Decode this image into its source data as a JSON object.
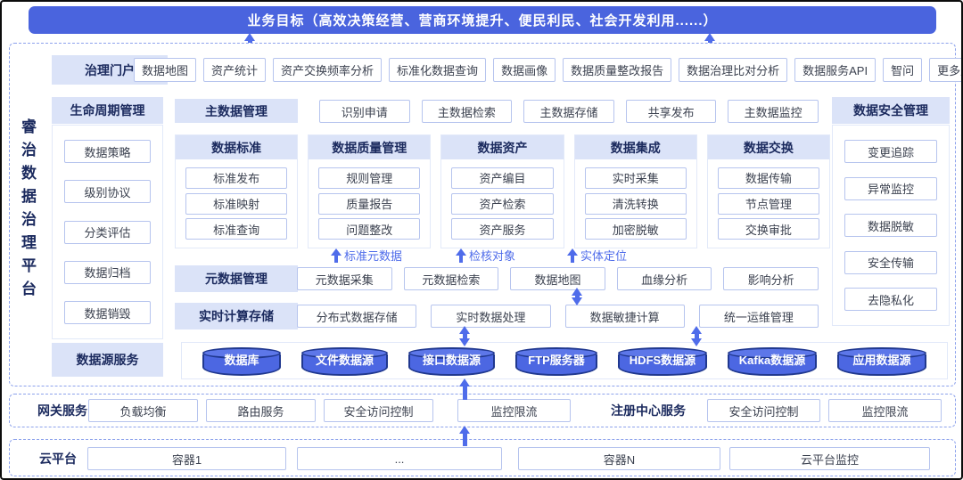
{
  "colors": {
    "accent_blue": "#4a64de",
    "arrow_blue": "#4f6cea",
    "header_bg": "#dbe3f8",
    "chip_border": "#b6c4ee"
  },
  "banner": {
    "text": "业务目标（高效决策经营、营商环境提升、便民利民、社会开发利用......）"
  },
  "platform_title": "睿治数据治理平台",
  "portal": {
    "label": "治理门户",
    "items": [
      "数据地图",
      "资产统计",
      "资产交换频率分析",
      "标准化数据查询",
      "数据画像",
      "数据质量整改报告",
      "数据治理比对分析",
      "数据服务API",
      "智问",
      "更多应用"
    ]
  },
  "lifecycle": {
    "label": "生命周期管理",
    "items": [
      "数据策略",
      "级别协议",
      "分类评估",
      "数据归档",
      "数据销毁"
    ]
  },
  "master_data": {
    "label": "主数据管理",
    "items": [
      "识别申请",
      "主数据检索",
      "主数据存储",
      "共享发布",
      "主数据监控"
    ]
  },
  "modules": [
    {
      "label": "数据标准",
      "items": [
        "标准发布",
        "标准映射",
        "标准查询"
      ]
    },
    {
      "label": "数据质量管理",
      "items": [
        "规则管理",
        "质量报告",
        "问题整改"
      ]
    },
    {
      "label": "数据资产",
      "items": [
        "资产编目",
        "资产检索",
        "资产服务"
      ]
    },
    {
      "label": "数据集成",
      "items": [
        "实时采集",
        "清洗转换",
        "加密脱敏"
      ]
    },
    {
      "label": "数据交换",
      "items": [
        "数据传输",
        "节点管理",
        "交换审批"
      ]
    }
  ],
  "flow_labels": [
    "标准元数据",
    "检核对象",
    "实体定位"
  ],
  "metadata": {
    "label": "元数据管理",
    "items": [
      "元数据采集",
      "元数据检索",
      "数据地图",
      "血缘分析",
      "影响分析"
    ]
  },
  "realtime": {
    "label": "实时计算存储",
    "items": [
      "分布式数据存储",
      "实时数据处理",
      "数据敏捷计算",
      "统一运维管理"
    ]
  },
  "security": {
    "label": "数据安全管理",
    "items": [
      "变更追踪",
      "异常监控",
      "数据脱敏",
      "安全传输",
      "去隐私化"
    ]
  },
  "datasource": {
    "label": "数据源服务",
    "items": [
      "数据库",
      "文件数据源",
      "接口数据源",
      "FTP服务器",
      "HDFS数据源",
      "Kafka数据源",
      "应用数据源"
    ]
  },
  "gateway": {
    "label": "网关服务",
    "items": [
      "负载均衡",
      "路由服务",
      "安全访问控制",
      "监控限流"
    ],
    "registry_label": "注册中心服务",
    "registry_items": [
      "安全访问控制",
      "监控限流"
    ]
  },
  "cloud": {
    "label": "云平台",
    "items": [
      "容器1",
      "...",
      "容器N",
      "云平台监控"
    ]
  }
}
